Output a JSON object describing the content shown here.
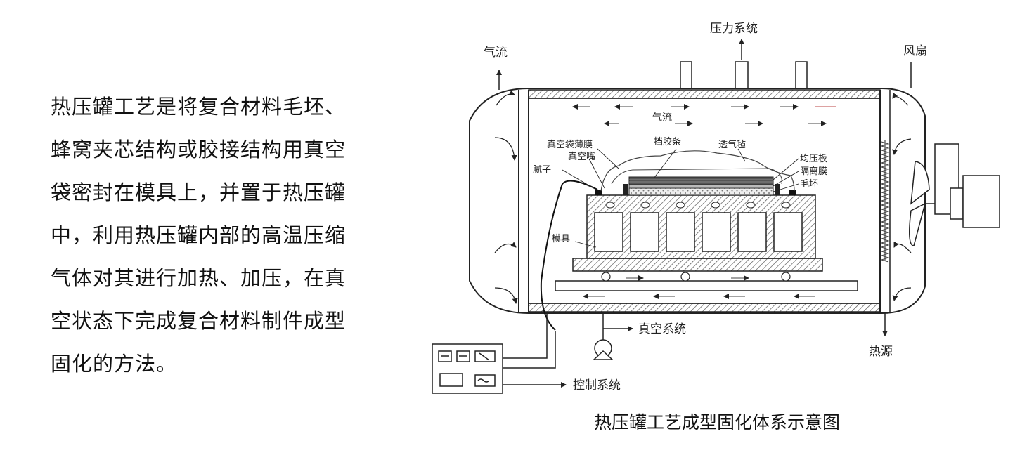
{
  "description": {
    "lines": [
      "热压罐工艺是将复合材料毛坯、",
      "蜂窝夹芯结构或胶接结构用真空",
      "袋密封在模具上，并置于热压罐",
      "中，利用热压罐内部的高温压缩",
      "气体对其进行加热、加压，在真",
      "空状态下完成复合材料制件成型",
      "固化的方法。"
    ]
  },
  "diagram": {
    "caption": "热压罐工艺成型固化体系示意图",
    "labels": {
      "pressure_system": "压力系统",
      "airflow_left": "气流",
      "airflow_center": "气流",
      "fan": "风扇",
      "vacuum_bag_film": "真空袋薄膜",
      "vacuum_nozzle": "真空嘴",
      "putty": "腻子",
      "dam_strip": "挡胶条",
      "breather_felt": "透气毡",
      "pressure_plate": "均压板",
      "release_film": "隔离膜",
      "blank": "毛坯",
      "mold": "模具",
      "vacuum_system": "真空系统",
      "heat_source": "热源",
      "control_system": "控制系统"
    }
  }
}
